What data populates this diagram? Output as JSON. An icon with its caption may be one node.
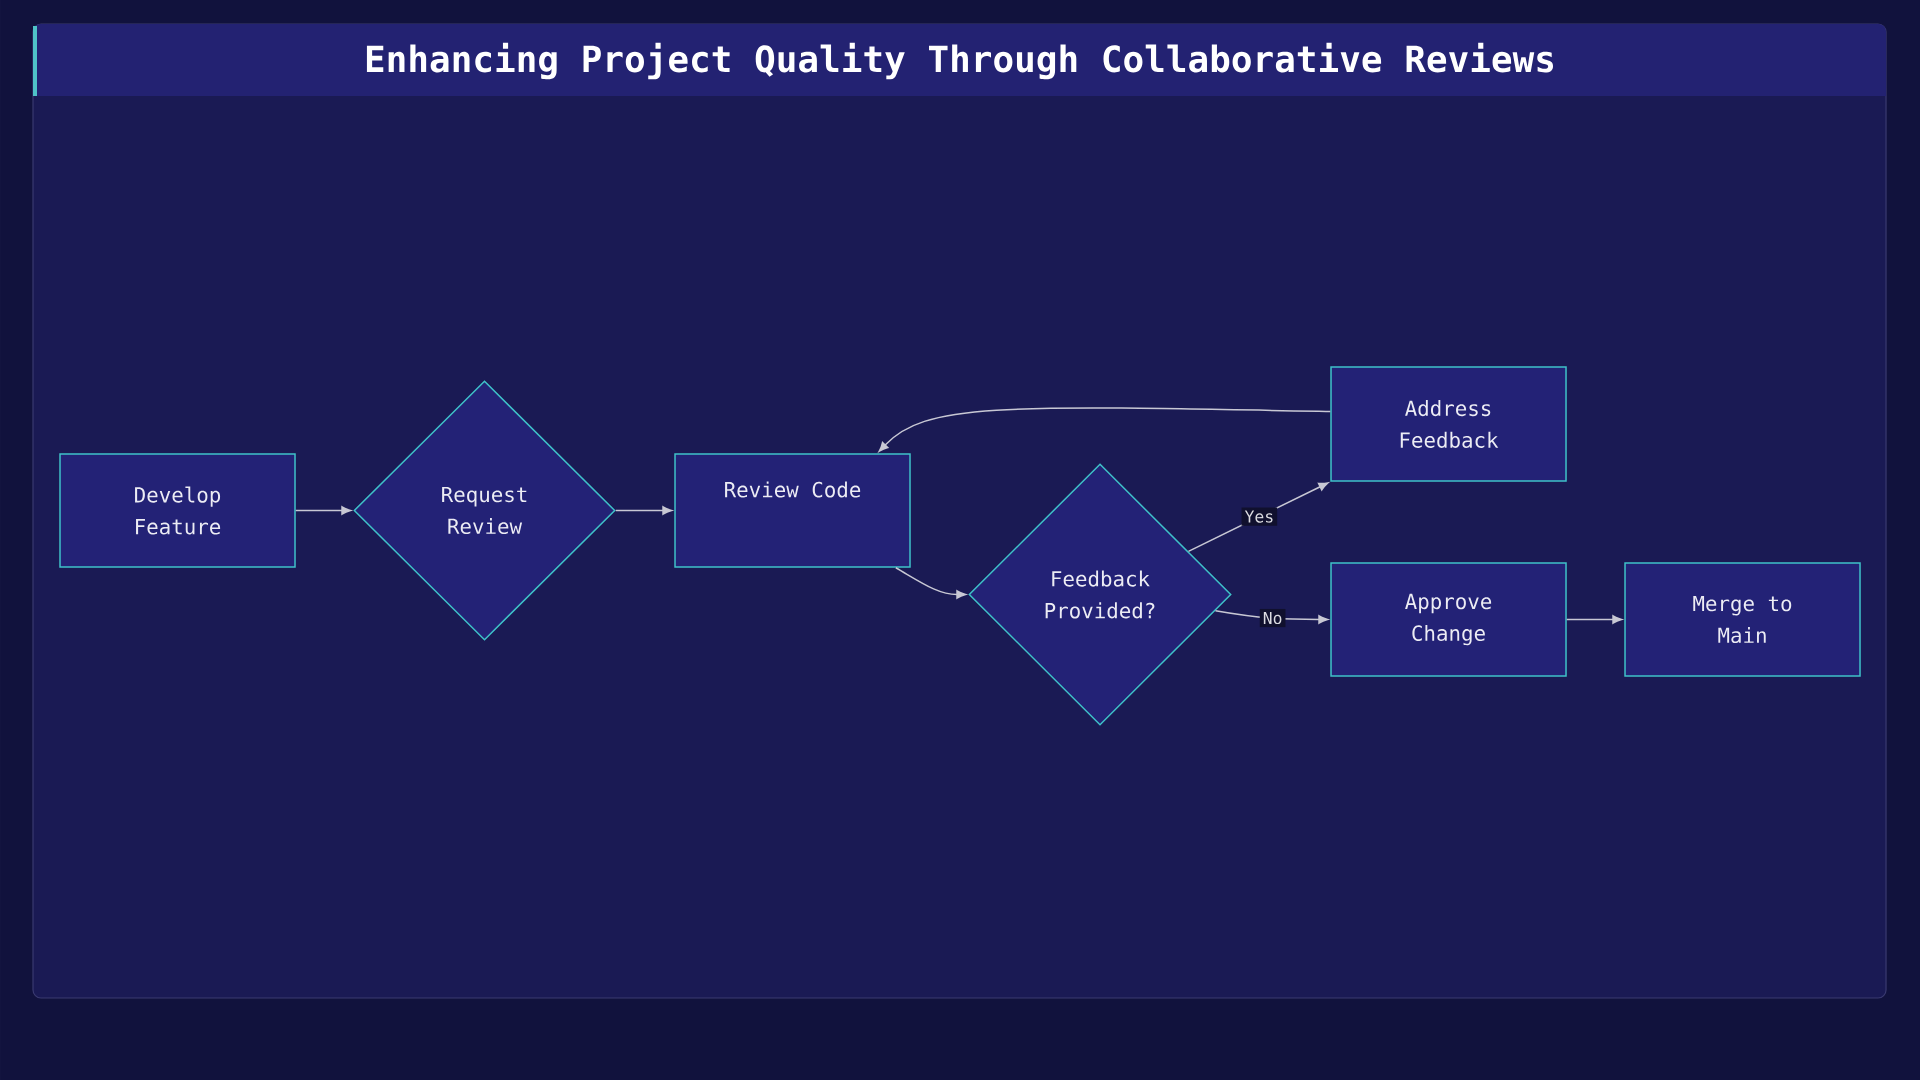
{
  "diagram": {
    "title": "Enhancing Project Quality Through Collaborative Reviews",
    "nodes": [
      {
        "text": [
          "Develop Feature"
        ]
      },
      {
        "text": [
          "Request Review"
        ]
      },
      {
        "text": [
          "Review Code"
        ]
      },
      {
        "text": [
          "Feedback Provided?"
        ]
      },
      {
        "text": [
          "Address Feedback"
        ]
      },
      {
        "text": [
          "Approve Change"
        ]
      },
      {
        "text": [
          "Merge to Main"
        ]
      }
    ],
    "edges": [
      {
        "from": 0,
        "to": 1,
        "arrow": "to"
      },
      {
        "from": 1,
        "to": 2,
        "arrow": "to"
      },
      {
        "from": 2,
        "to": 3,
        "arrow": "to"
      },
      {
        "from": 3,
        "to": 4,
        "arrow": "to",
        "label": "Yes"
      },
      {
        "from": 3,
        "to": 5,
        "arrow": "to",
        "label": "No"
      },
      {
        "from": 4,
        "to": 2,
        "arrow": "to"
      },
      {
        "from": 5,
        "to": 6,
        "arrow": "to"
      }
    ]
  }
}
